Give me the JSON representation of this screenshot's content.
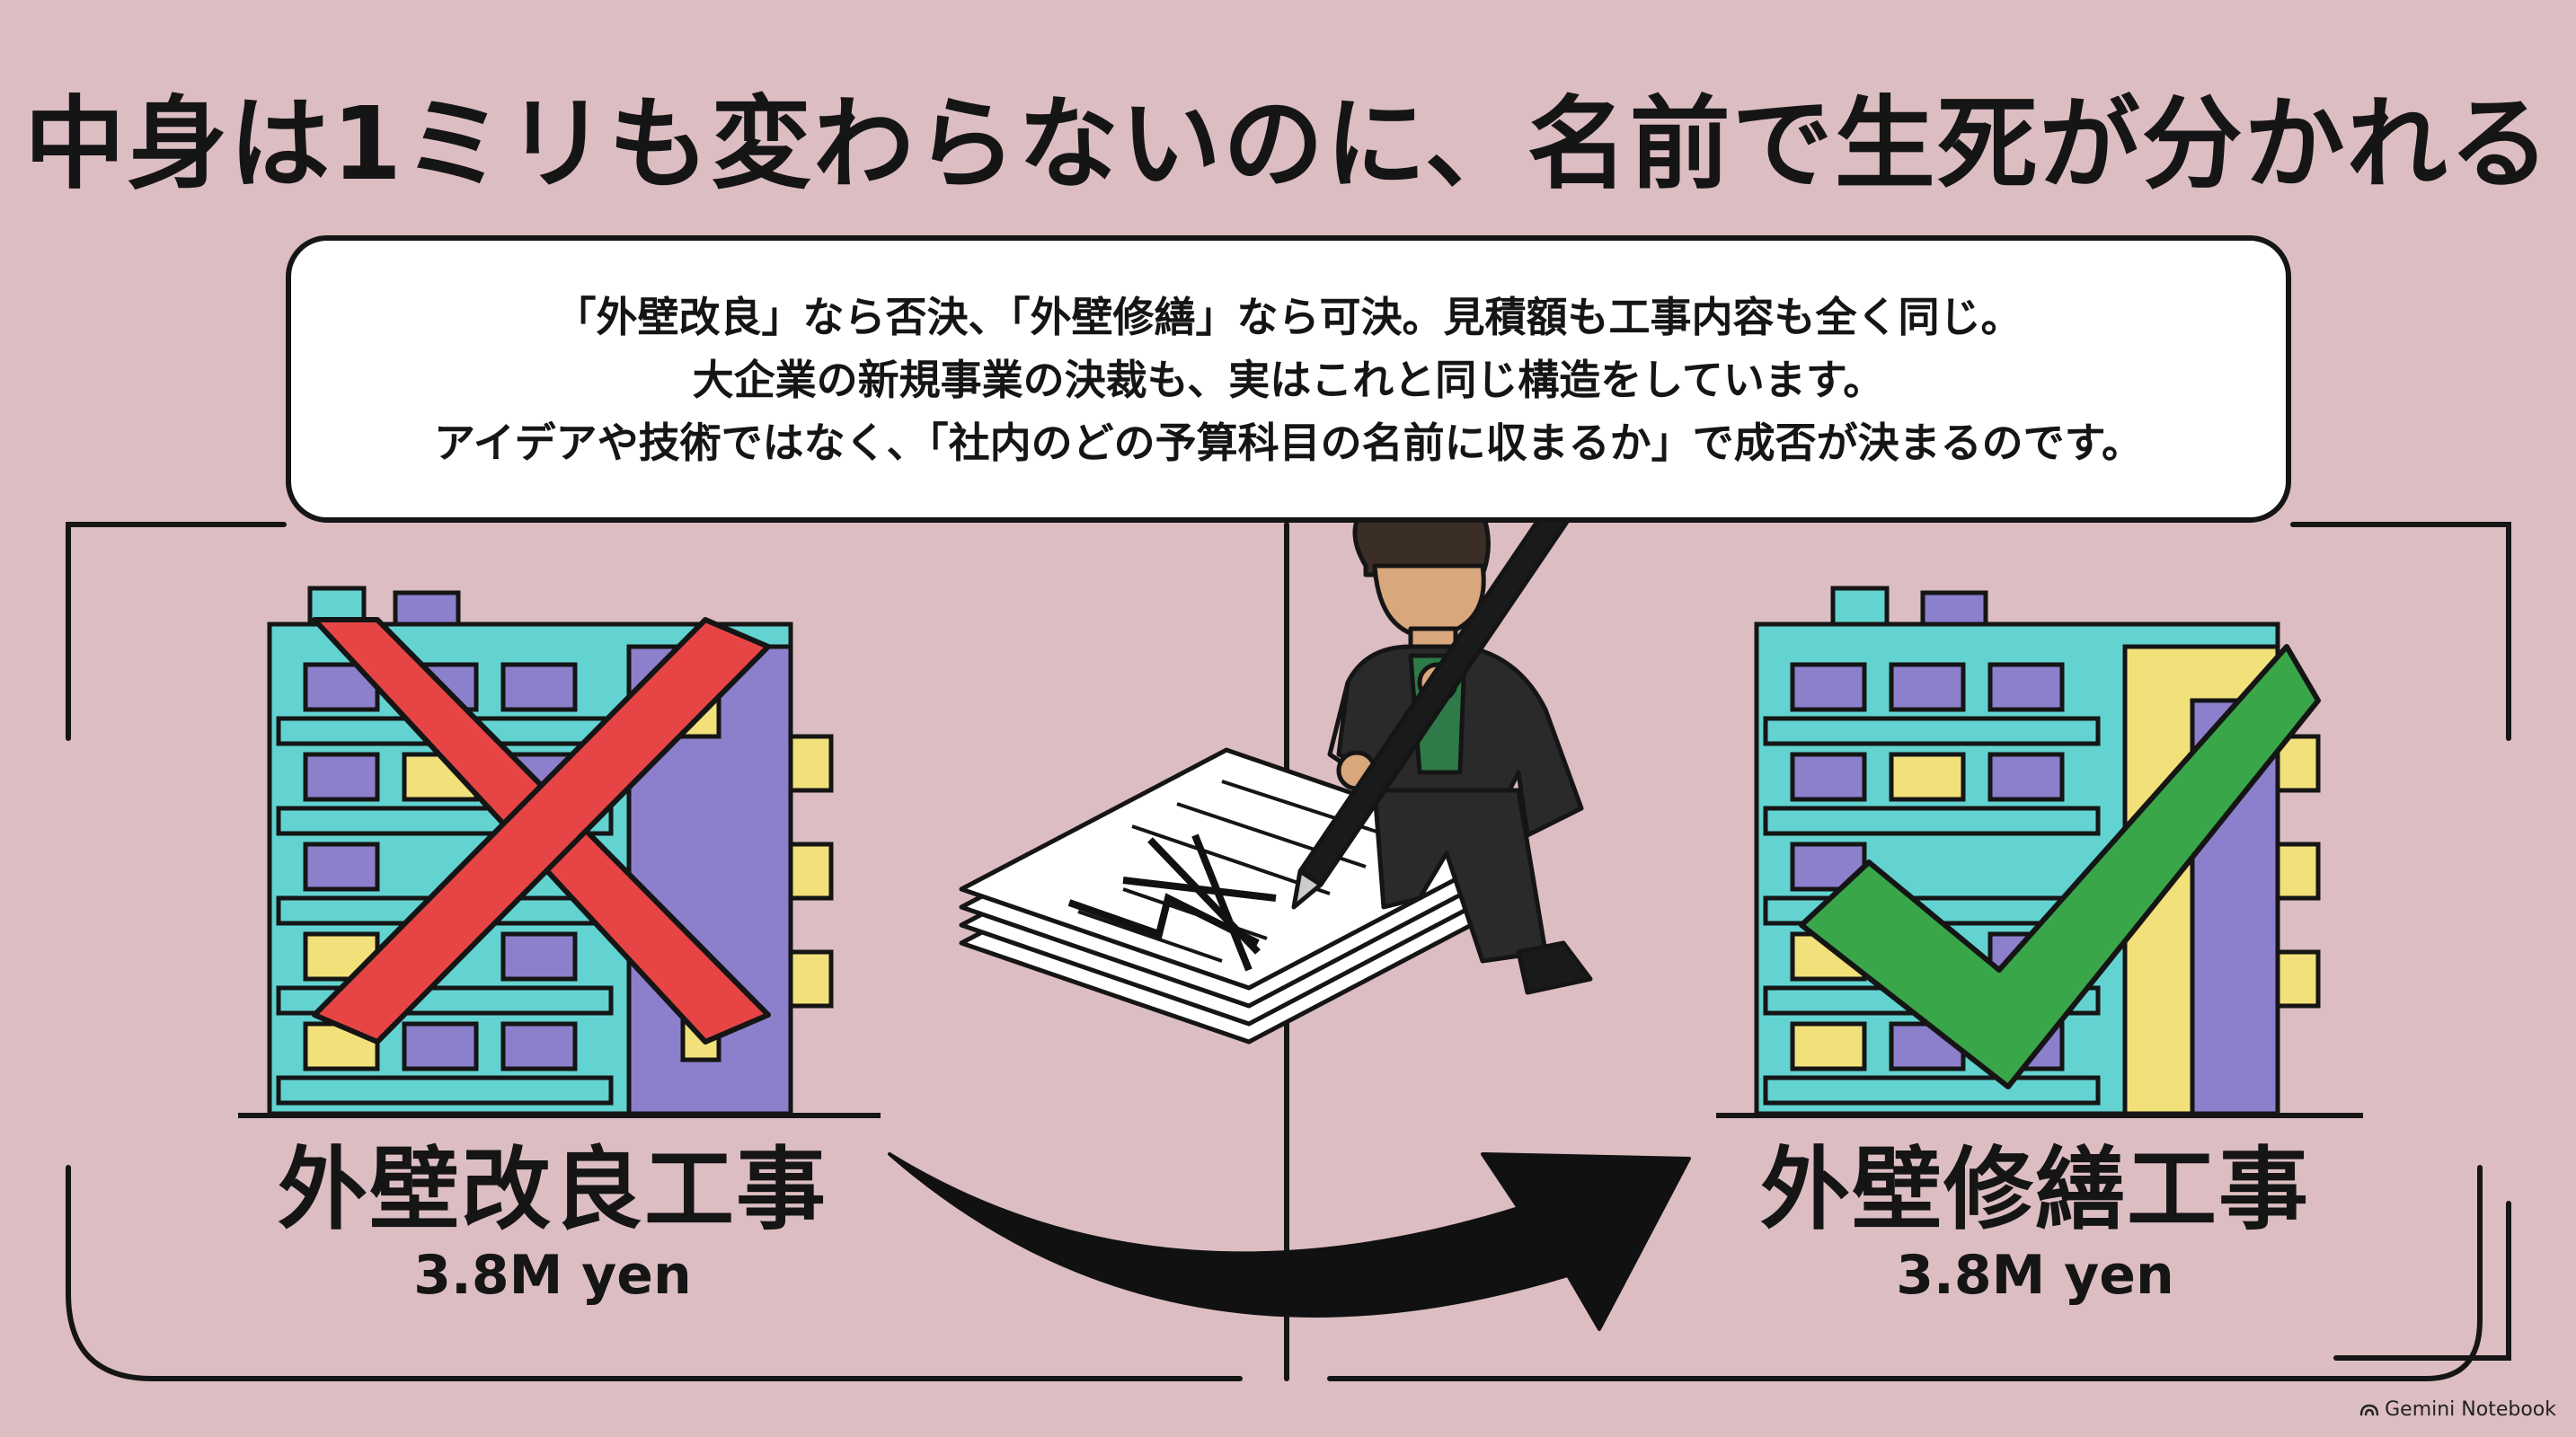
{
  "headline": "中身は1ミリも変わらないのに、名前で生死が分かれる",
  "bubble": {
    "lines": [
      "「外壁改良」なら否決、「外壁修繕」なら可決。見積額も工事内容も全く同じ。",
      "大企業の新規事業の決裁も、実はこれと同じ構造をしています。",
      "アイデアや技術ではなく、「社内のどの予算科目の名前に収まるか」で成否が決まるのです。"
    ]
  },
  "left": {
    "name": "外壁改良工事",
    "price": "3.8M yen",
    "verdict": "rejected",
    "mark_icon": "red-x-icon",
    "mark_color": "#e74545"
  },
  "right": {
    "name": "外壁修繕工事",
    "price": "3.8M yen",
    "verdict": "approved",
    "mark_icon": "green-check-icon",
    "mark_color": "#3aa64a"
  },
  "colors": {
    "background": "#dcbdc2",
    "building_teal": "#62d3d1",
    "building_purple": "#8c80cc",
    "building_yellow": "#f2e07a",
    "outline": "#151515"
  },
  "watermark": "Gemini Notebook"
}
